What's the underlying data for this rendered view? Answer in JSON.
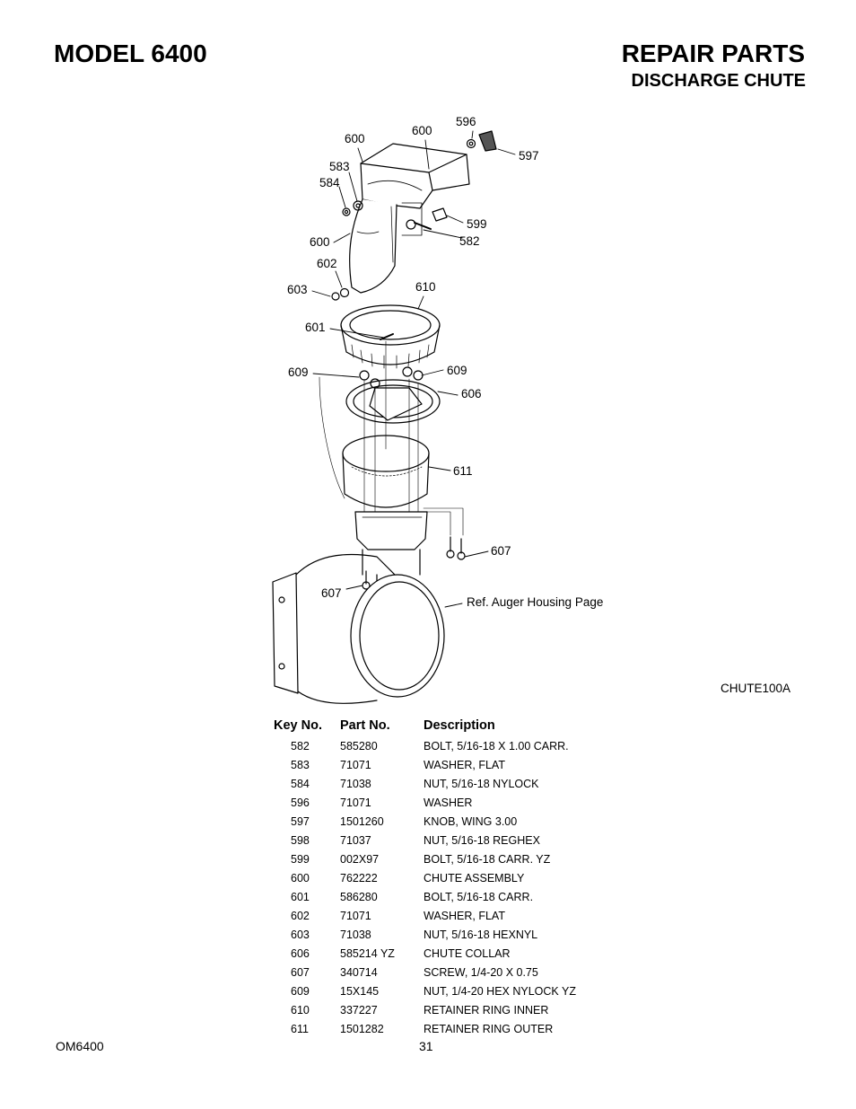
{
  "header": {
    "model": "MODEL 6400",
    "repair_parts": "REPAIR PARTS",
    "section": "DISCHARGE CHUTE"
  },
  "figure": {
    "code": "CHUTE100A",
    "callouts": {
      "c600a": "600",
      "c600b": "600",
      "c596": "596",
      "c597": "597",
      "c583": "583",
      "c584": "584",
      "c599": "599",
      "c582": "582",
      "c600c": "600",
      "c602": "602",
      "c603": "603",
      "c610": "610",
      "c601": "601",
      "c609a": "609",
      "c609b": "609",
      "c606": "606",
      "c611": "611",
      "c607a": "607",
      "c607b": "607",
      "ref": "Ref. Auger Housing Page"
    }
  },
  "table": {
    "headers": {
      "key": "Key No.",
      "part": "Part No.",
      "desc": "Description"
    },
    "rows": [
      {
        "key": "582",
        "part": "585280",
        "desc": "BOLT, 5/16-18 X 1.00 CARR."
      },
      {
        "key": "583",
        "part": "71071",
        "desc": "WASHER, FLAT"
      },
      {
        "key": "584",
        "part": "71038",
        "desc": "NUT, 5/16-18 NYLOCK"
      },
      {
        "key": "596",
        "part": "71071",
        "desc": "WASHER"
      },
      {
        "key": "597",
        "part": "1501260",
        "desc": "KNOB, WING  3.00"
      },
      {
        "key": "598",
        "part": "71037",
        "desc": "NUT, 5/16-18 REGHEX"
      },
      {
        "key": "599",
        "part": "002X97",
        "desc": "BOLT, 5/16-18 CARR. YZ"
      },
      {
        "key": "600",
        "part": "762222",
        "desc": "CHUTE ASSEMBLY"
      },
      {
        "key": "601",
        "part": "586280",
        "desc": "BOLT, 5/16-18 CARR."
      },
      {
        "key": "602",
        "part": "71071",
        "desc": "WASHER, FLAT"
      },
      {
        "key": "603",
        "part": "71038",
        "desc": "NUT, 5/16-18 HEXNYL"
      },
      {
        "key": "606",
        "part": "585214 YZ",
        "desc": "CHUTE COLLAR"
      },
      {
        "key": "607",
        "part": "340714",
        "desc": "SCREW, 1/4-20 X 0.75"
      },
      {
        "key": "609",
        "part": "15X145",
        "desc": "NUT, 1/4-20 HEX NYLOCK YZ"
      },
      {
        "key": "610",
        "part": "337227",
        "desc": "RETAINER RING INNER"
      },
      {
        "key": "611",
        "part": "1501282",
        "desc": "RETAINER RING OUTER"
      }
    ]
  },
  "footer": {
    "manual": "OM6400",
    "page": "31"
  }
}
